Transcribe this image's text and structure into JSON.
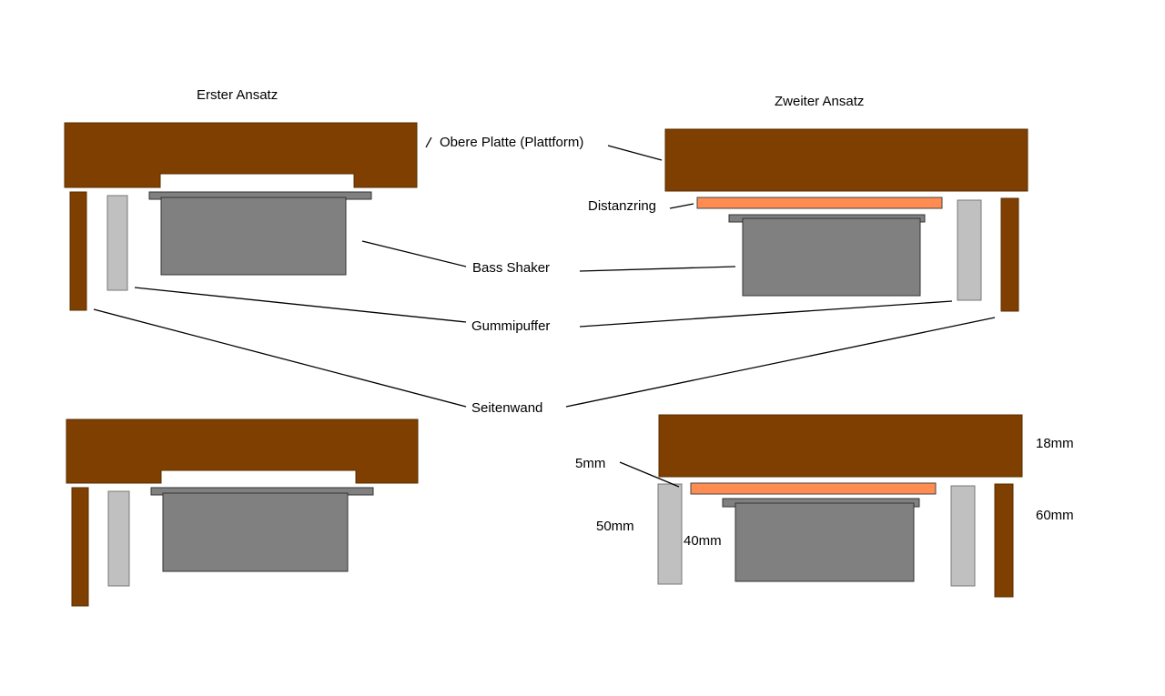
{
  "titles": {
    "first": "Erster Ansatz",
    "second": "Zweiter Ansatz"
  },
  "labels": {
    "top_plate": "Obere Platte (Plattform)",
    "spacer_ring": "Distanzring",
    "bass_shaker": "Bass Shaker",
    "rubber_buffer": "Gummipuffer",
    "side_wall": "Seitenwand"
  },
  "dimensions": {
    "plate": "18mm",
    "ring": "5mm",
    "buffer": "50mm",
    "shaker": "40mm",
    "wall": "60mm"
  },
  "colors": {
    "wood": "#7f3f00",
    "shaker": "#808080",
    "buffer": "#c0c0c0",
    "ring": "#ff8c50",
    "background": "#ffffff"
  }
}
